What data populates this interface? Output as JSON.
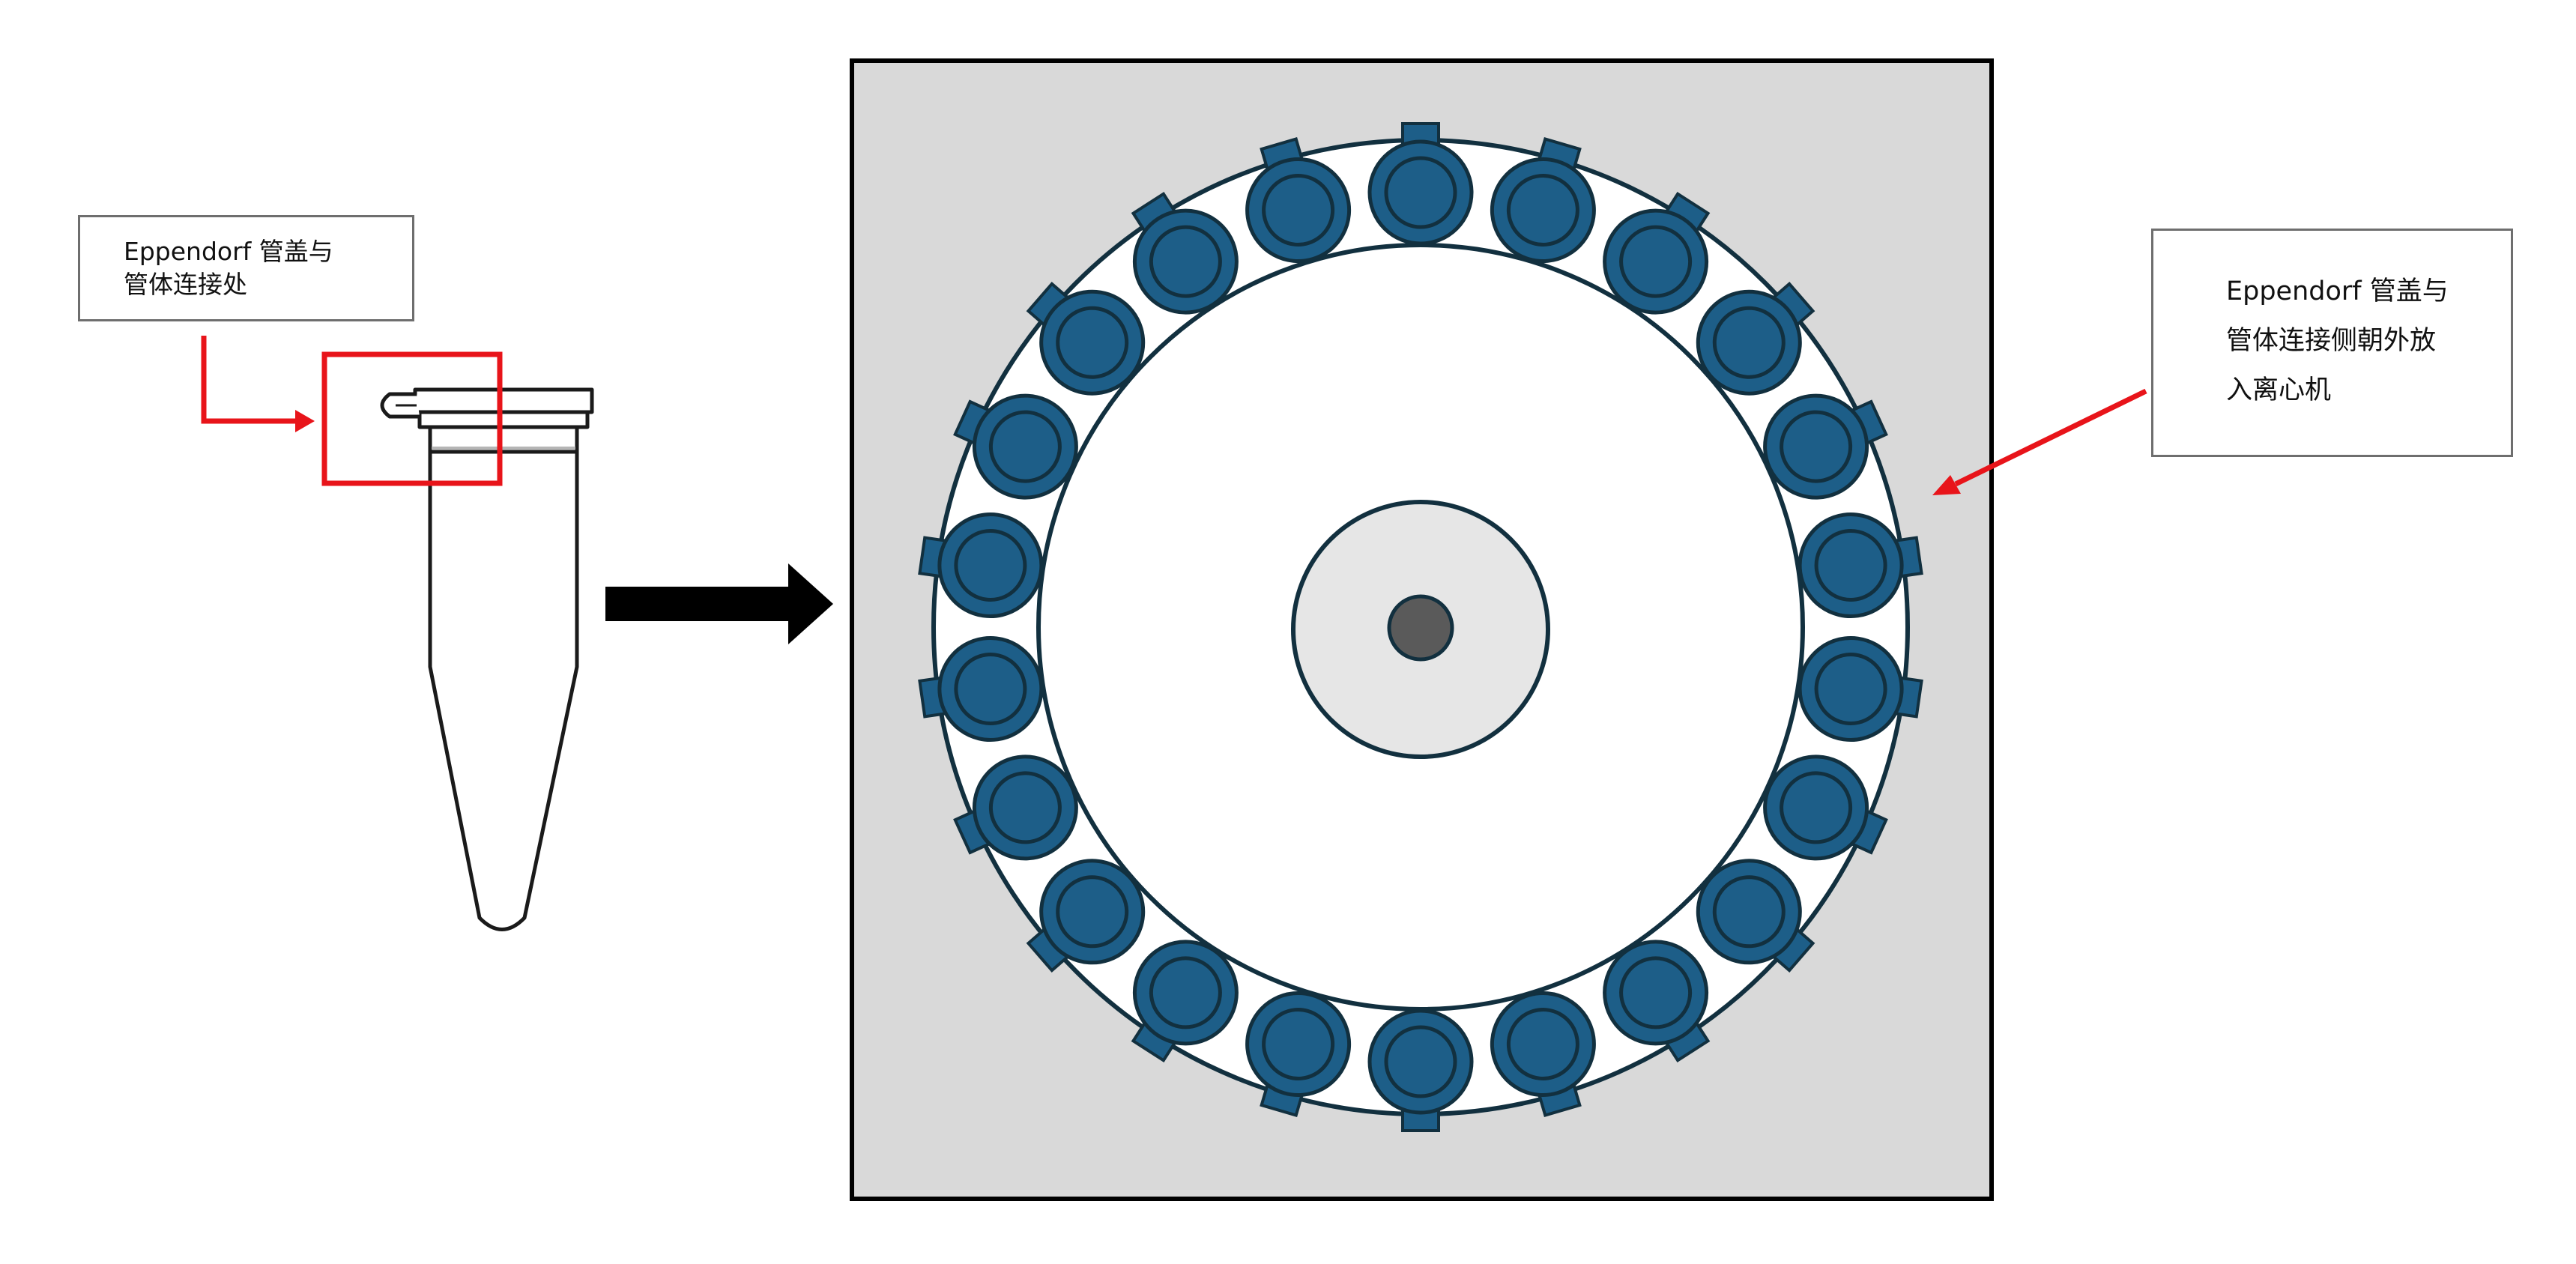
{
  "labels": {
    "left": {
      "line1": "Eppendorf 管盖与",
      "line2": "管体连接处"
    },
    "right": {
      "line1": "Eppendorf 管盖与",
      "line2": "管体连接侧朝外放",
      "line3": "入离心机"
    }
  },
  "rotor": {
    "tube_count": 22
  },
  "colors": {
    "tube_fill": "#1d5e88",
    "tube_outline": "#12303f",
    "rotor_background": "#d9d9d9",
    "hub_fill": "#e6e6e6",
    "spindle_fill": "#5a5a5a",
    "highlight": "#e8141a",
    "arrow": "#000000"
  }
}
